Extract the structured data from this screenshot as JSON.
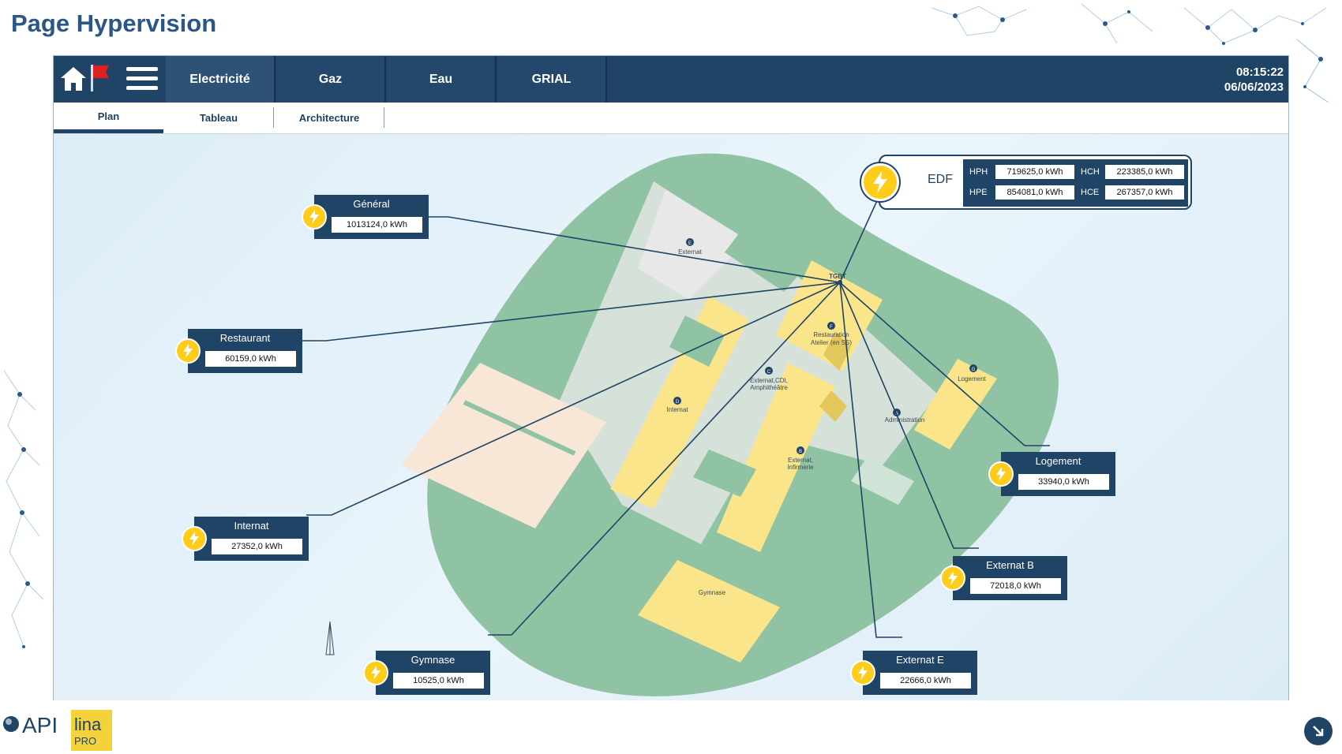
{
  "page_title": "Page Hypervision",
  "nav": {
    "tabs": [
      {
        "label": "Electricité",
        "active": true
      },
      {
        "label": "Gaz"
      },
      {
        "label": "Eau"
      },
      {
        "label": "GRIAL"
      }
    ],
    "time": "08:15:22",
    "date": "06/06/2023"
  },
  "subnav": {
    "tabs": [
      {
        "label": "Plan",
        "active": true
      },
      {
        "label": "Tableau"
      },
      {
        "label": "Architecture"
      }
    ]
  },
  "map": {
    "hub_label": "TGBT",
    "buildings": {
      "e": "E",
      "externat": "Externat",
      "f": "F",
      "restauration": "Restauration",
      "atelier": "Atelier (en SS)",
      "c": "C",
      "externat_cdi": "Externat,CDI,",
      "amphitheatre": "Amphithéâtre",
      "d": "D",
      "internat": "Internat",
      "g": "G",
      "logement": "Logement",
      "a": "A",
      "administration": "Administration",
      "b": "B",
      "externat_b": "Externat,",
      "infirmerie": "Infirmerie",
      "gymnase": "Gymnase"
    }
  },
  "edf": {
    "label": "EDF",
    "hph_key": "HPH",
    "hph": "719625,0 kWh",
    "hch_key": "HCH",
    "hch": "223385,0 kWh",
    "hpe_key": "HPE",
    "hpe": "854081,0 kWh",
    "hce_key": "HCE",
    "hce": "267357,0 kWh"
  },
  "meters": {
    "general": {
      "label": "Général",
      "value": "1013124,0 kWh"
    },
    "restaurant": {
      "label": "Restaurant",
      "value": "60159,0 kWh"
    },
    "internat": {
      "label": "Internat",
      "value": "27352,0 kWh"
    },
    "gymnase": {
      "label": "Gymnase",
      "value": "10525,0 kWh"
    },
    "logement": {
      "label": "Logement",
      "value": "33940,0 kWh"
    },
    "externat_b": {
      "label": "Externat B",
      "value": "72018,0 kWh"
    },
    "externat_e": {
      "label": "Externat E",
      "value": "22666,0 kWh"
    }
  },
  "colors": {
    "navy": "#1f4466",
    "bolt": "#ffcc1a",
    "green": "#8fc3a4",
    "yellow": "#fbe58a",
    "title": "#2a5788"
  },
  "footer": {
    "brand_api": "API",
    "brand_lina": "lina",
    "brand_pro": "PRO"
  }
}
